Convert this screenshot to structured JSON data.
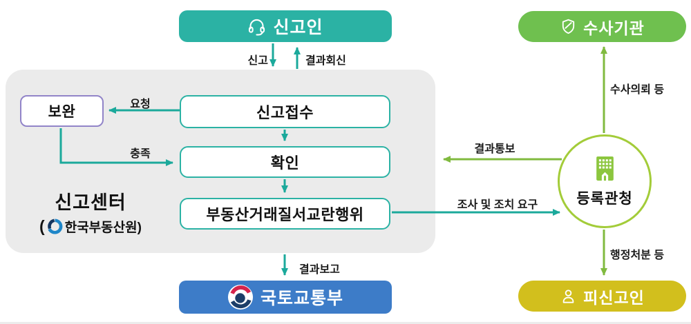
{
  "colors": {
    "teal": "#2bb2a4",
    "teal-line": "#1ba99b",
    "green": "#6fc04f",
    "green-line": "#80ba3f",
    "lime": "#a3cc39",
    "yellow": "#d2bf1d",
    "blue": "#3d7cc8",
    "purple": "#9184c8",
    "panel": "#ebebeb",
    "label": "#1a1a1a"
  },
  "nodes": {
    "reporter": {
      "label": "신고인"
    },
    "investigation": {
      "label": "수사기관"
    },
    "supplement": {
      "label": "보완"
    },
    "receipt": {
      "label": "신고접수"
    },
    "confirm": {
      "label": "확인"
    },
    "violation": {
      "label": "부동산거래질서교란행위"
    },
    "registry": {
      "label": "등록관청"
    },
    "molit": {
      "label": "국토교통부"
    },
    "reported": {
      "label": "피신고인"
    },
    "center_panel": {
      "title": "신고센터",
      "paren_open": "(",
      "org": "한국부동산원)"
    }
  },
  "edges": {
    "report": "신고",
    "result_reply": "결과회신",
    "request": "요청",
    "satisfy": "충족",
    "result_notice": "결과통보",
    "investigate_request": "조사 및 조치 요구",
    "investigation_referral": "수사의뢰 등",
    "admin_action": "행정처분 등",
    "result_report": "결과보고"
  }
}
